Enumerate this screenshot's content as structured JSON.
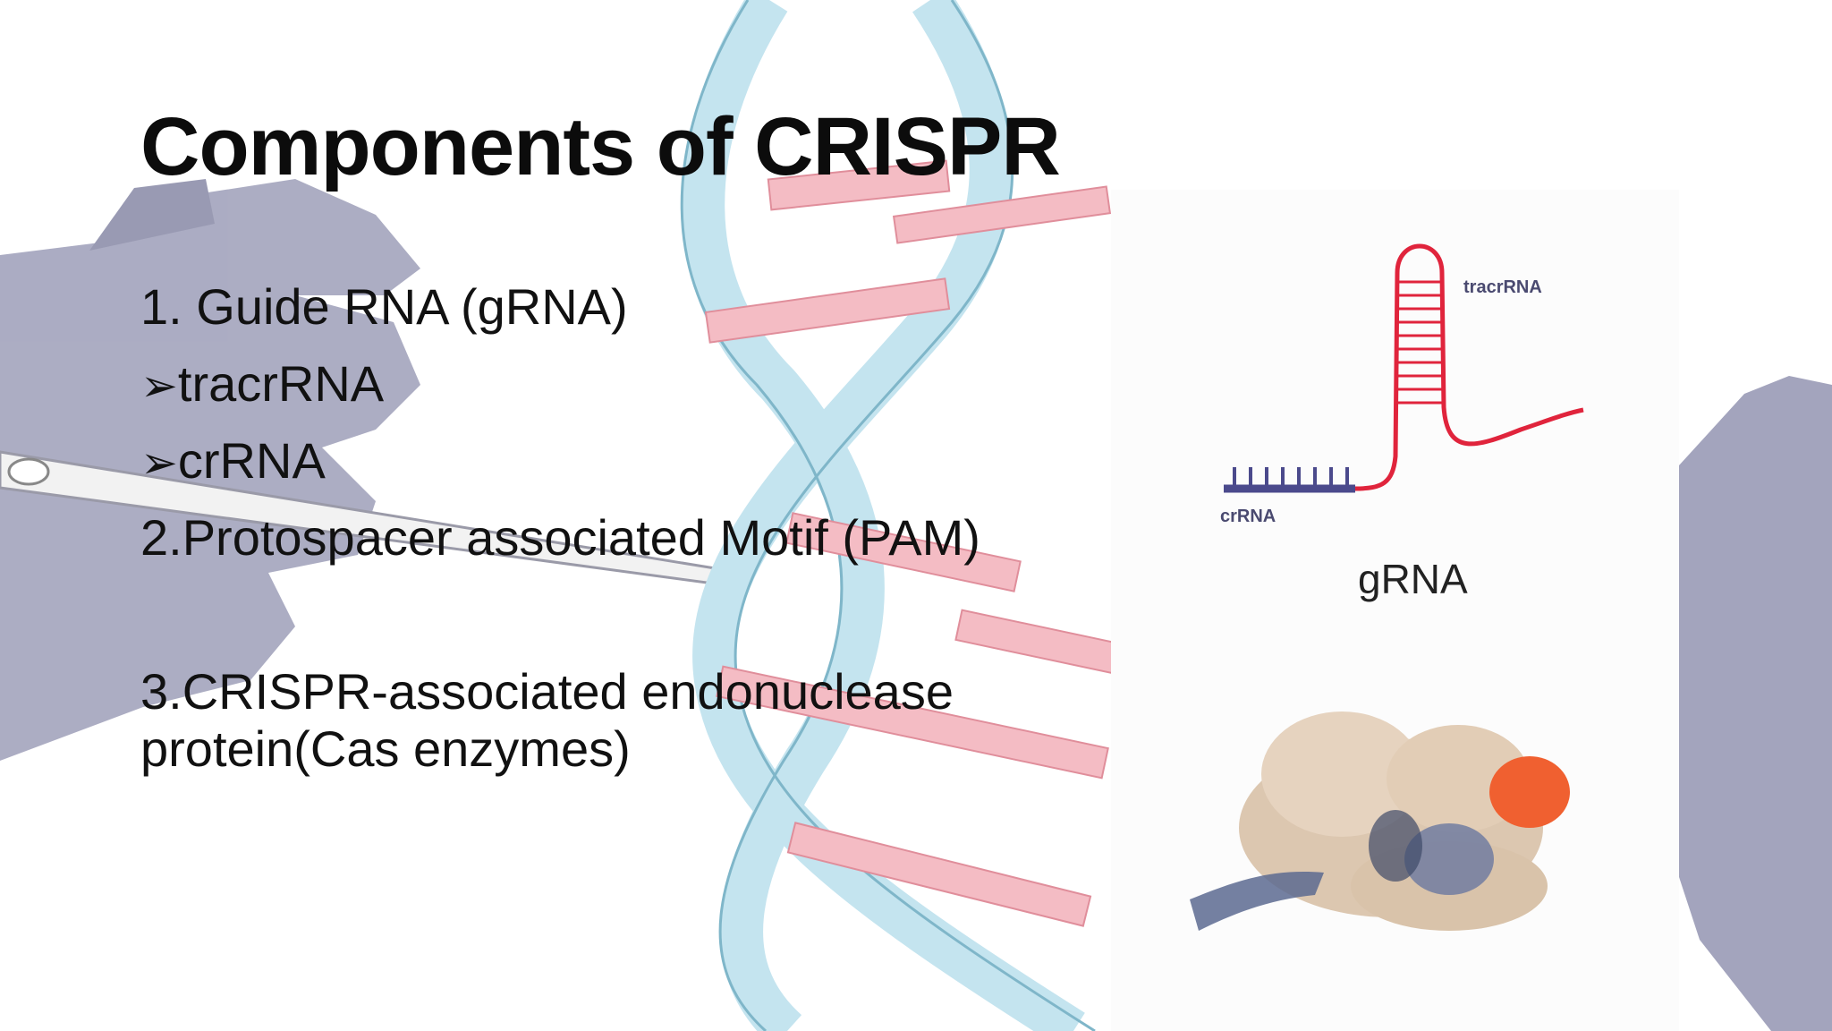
{
  "slide": {
    "title": "Components of CRISPR",
    "items": [
      {
        "text": "1. Guide RNA (gRNA)"
      },
      {
        "arrow": "➢",
        "text": "tracrRNA"
      },
      {
        "arrow": "➢",
        "text": "crRNA"
      },
      {
        "text": "2.Protospacer associated Motif (PAM)"
      },
      {
        "text": "3.CRISPR-associated endonuclease"
      },
      {
        "text": "protein(Cas enzymes)"
      }
    ]
  },
  "diagram": {
    "label_tracrrna": "tracrRNA",
    "label_crrna": "crRNA",
    "label_grna": "gRNA"
  },
  "colors": {
    "helix_blue": "#bfe2ee",
    "base_pink": "#f3b8c0",
    "glove": "#9a9bb5",
    "rna_red": "#e0243c",
    "crrna_purple": "#4b4a8c"
  }
}
